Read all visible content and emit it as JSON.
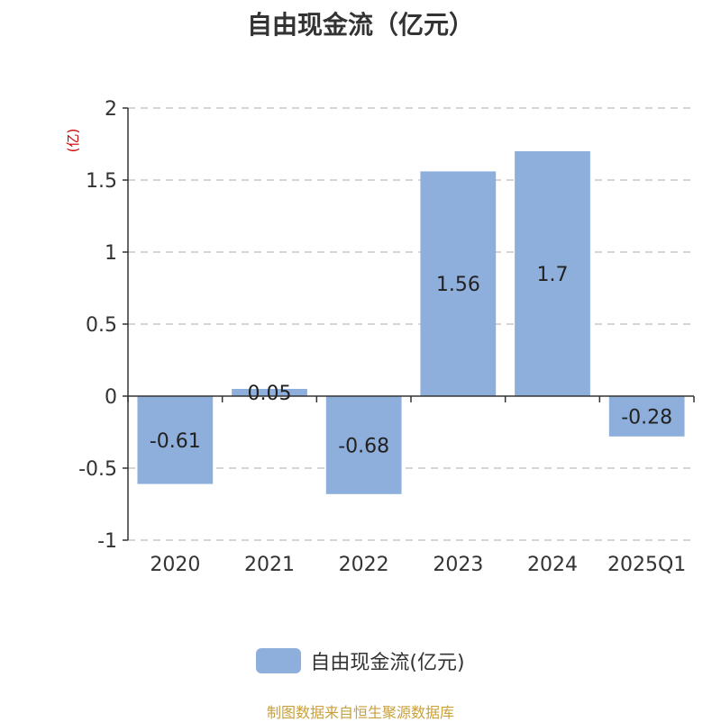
{
  "chart_data": {
    "type": "bar",
    "title": "自由现金流（亿元）",
    "ylabel": "(亿)",
    "xlabel": "",
    "categories": [
      "2020",
      "2021",
      "2022",
      "2023",
      "2024",
      "2025Q1"
    ],
    "series": [
      {
        "name": "自由现金流(亿元)",
        "values": [
          -0.61,
          0.05,
          -0.68,
          1.56,
          1.7,
          -0.28
        ]
      }
    ],
    "data_labels": [
      "-0.61",
      "0.05",
      "-0.68",
      "1.56",
      "1.7",
      "-0.28"
    ],
    "ylim": [
      -1,
      2
    ],
    "yticks": [
      -1,
      -0.5,
      0,
      0.5,
      1,
      1.5,
      2
    ],
    "ytick_labels": [
      "-1",
      "-0.5",
      "0",
      "0.5",
      "1",
      "1.5",
      "2"
    ],
    "grid": true,
    "legend_position": "bottom-center"
  },
  "source_note": "制图数据来自恒生聚源数据库",
  "colors": {
    "bar": "#8eaedb",
    "ylabel": "#cc0000",
    "grid": "#c8c8c8",
    "axis": "#333333",
    "source_note": "#c8a03c"
  }
}
